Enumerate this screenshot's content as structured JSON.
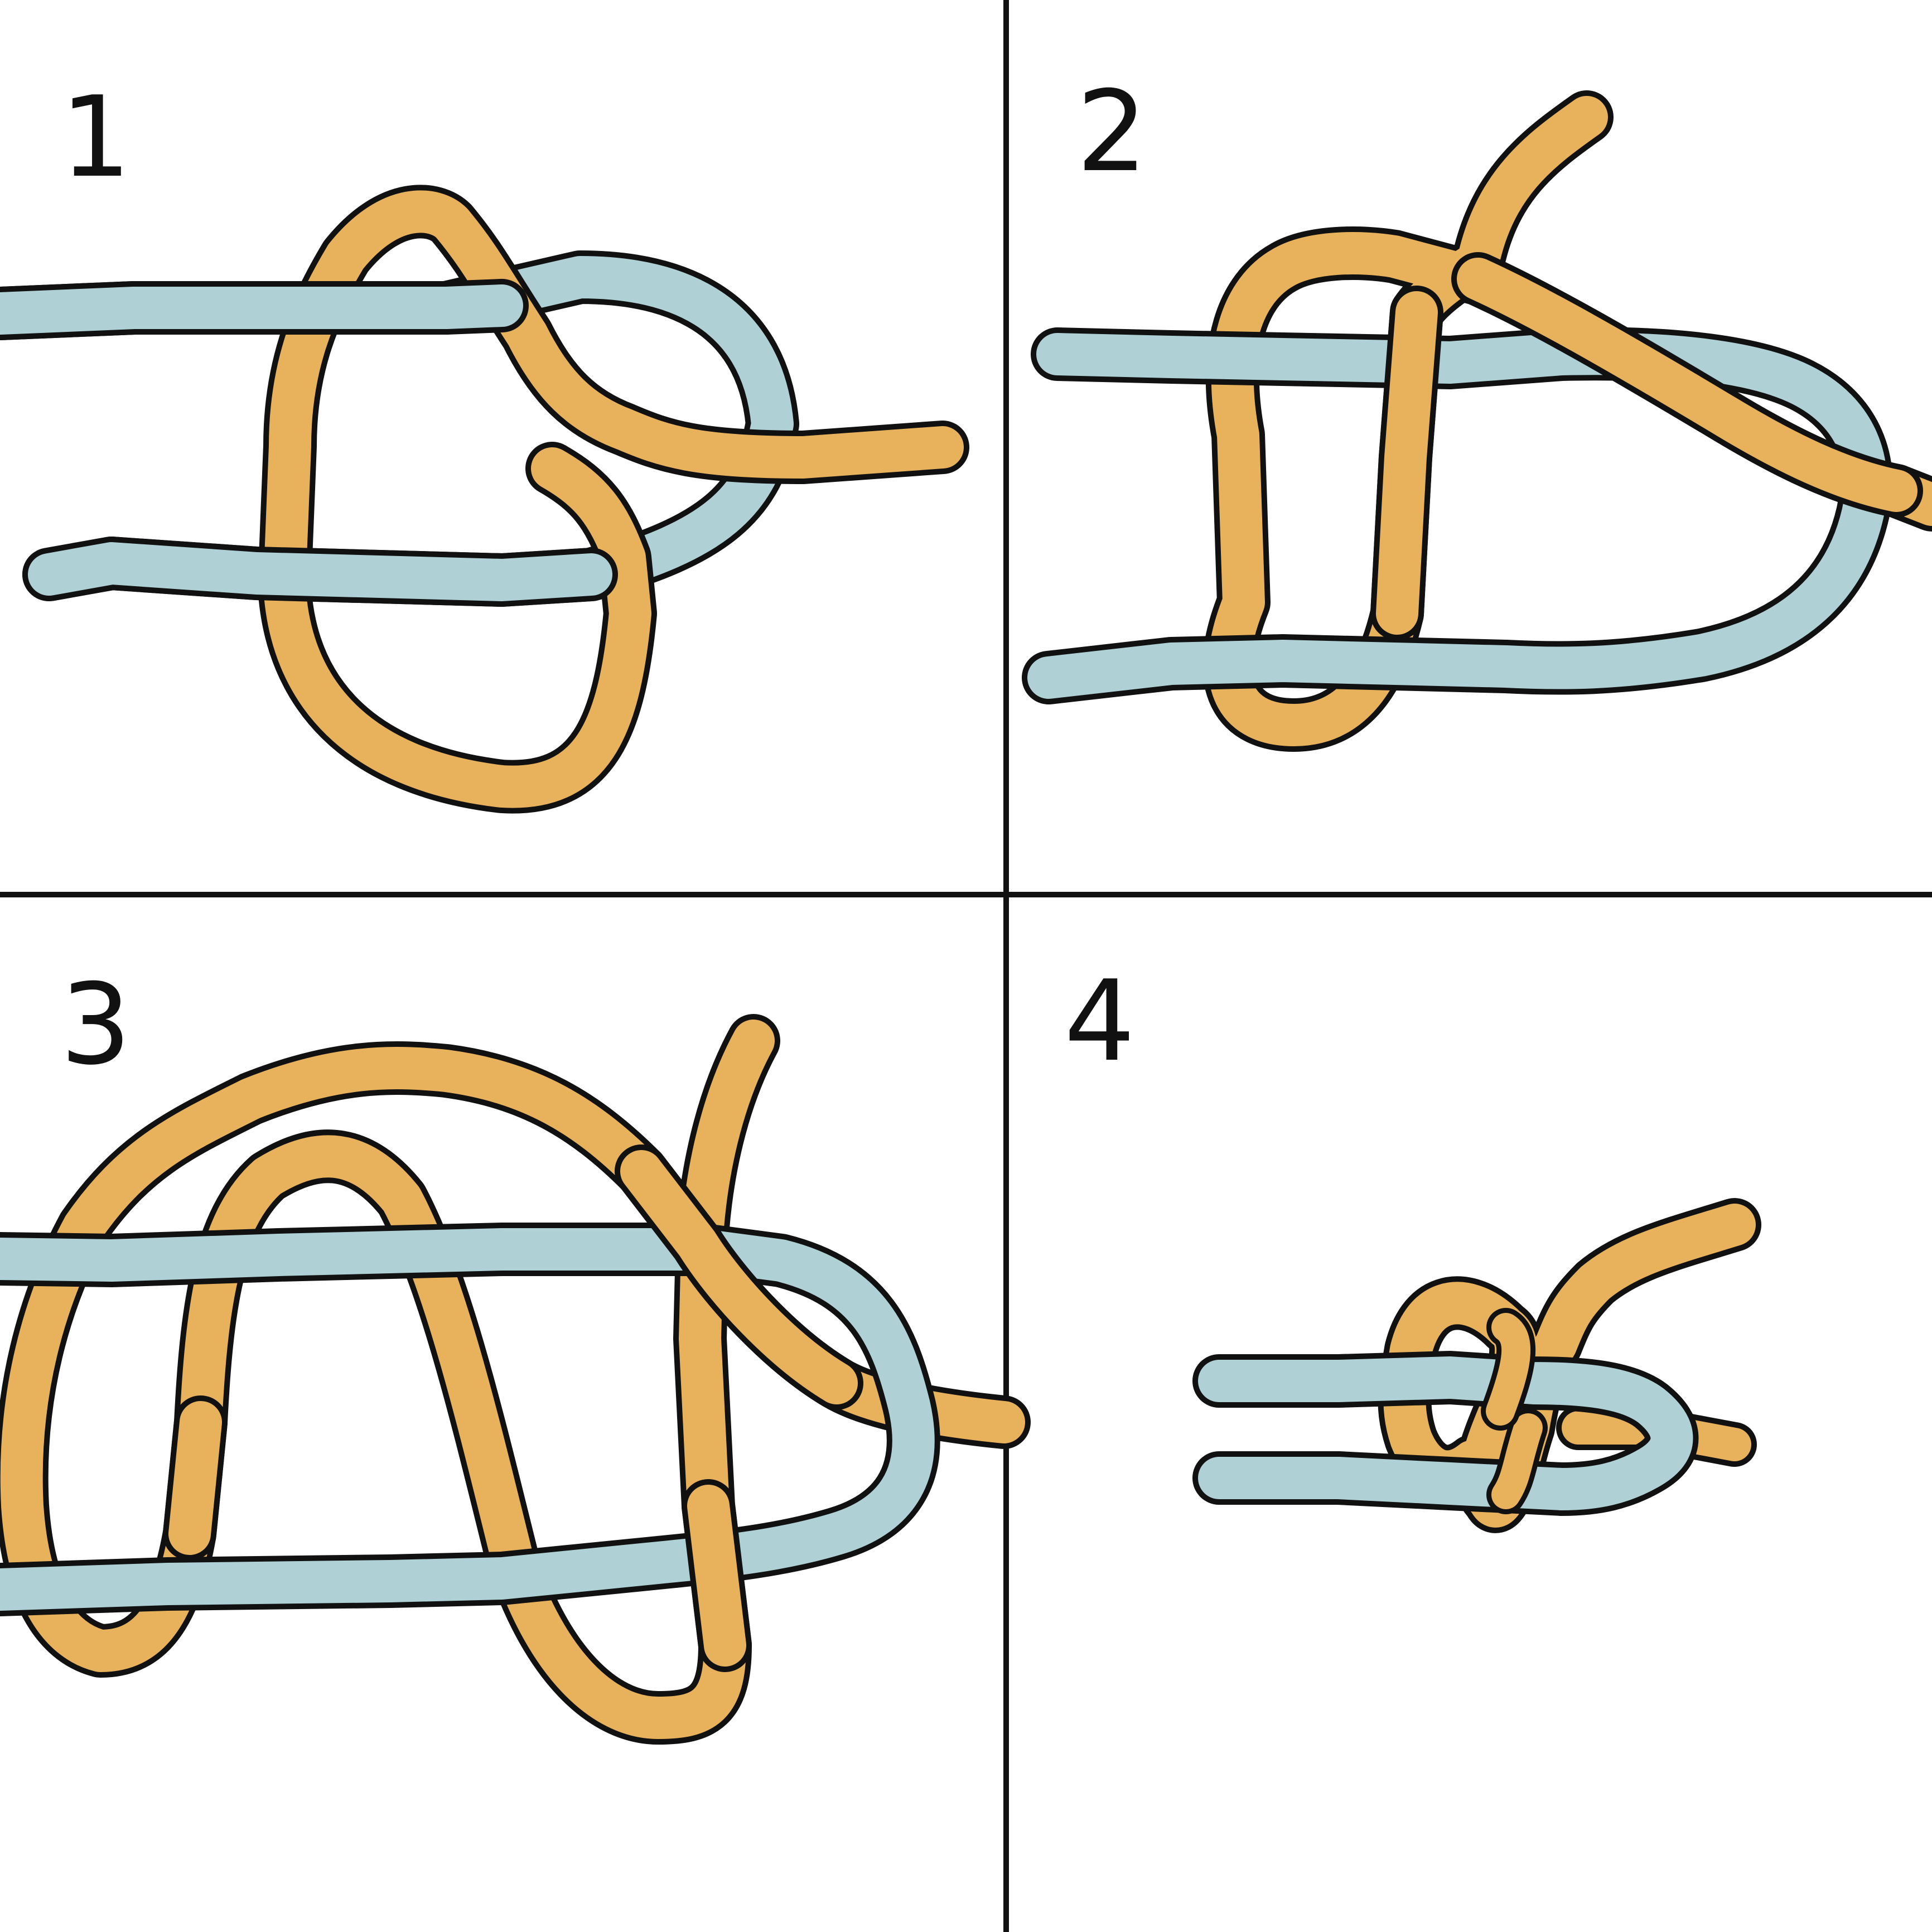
{
  "colors": {
    "rope_tan": "#E8B25C",
    "rope_blue": "#AFD1D6",
    "outline": "#111111",
    "background": "#FFFFFF"
  },
  "steps": [
    {
      "number": "1"
    },
    {
      "number": "2"
    },
    {
      "number": "3"
    },
    {
      "number": "4"
    }
  ]
}
